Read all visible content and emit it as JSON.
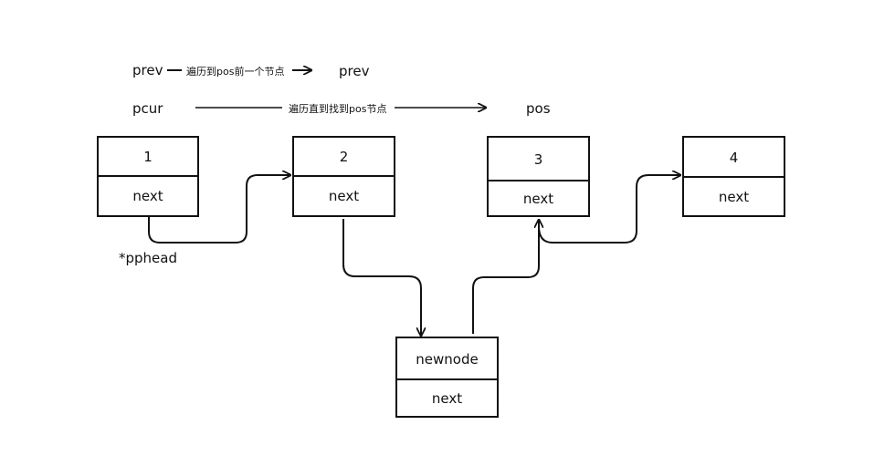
{
  "labels": {
    "prev_left": "prev",
    "prev_note": "遍历到pos前一个节点",
    "prev_right": "prev",
    "pcur": "pcur",
    "pcur_note": "遍历直到找到pos节点",
    "pos": "pos",
    "pphead": "*pphead"
  },
  "nodes": [
    {
      "value": "1",
      "field": "next"
    },
    {
      "value": "2",
      "field": "next"
    },
    {
      "value": "3",
      "field": "next"
    },
    {
      "value": "4",
      "field": "next"
    }
  ],
  "newnode": {
    "value": "newnode",
    "field": "next"
  }
}
